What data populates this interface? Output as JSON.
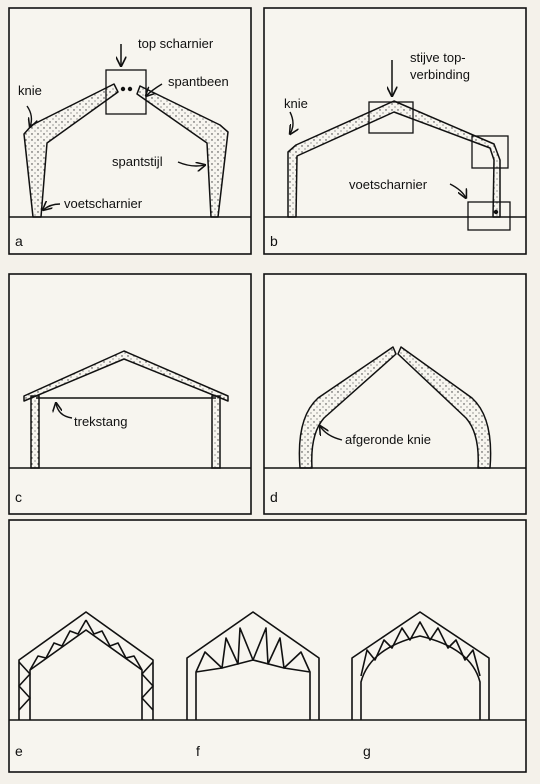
{
  "figure": {
    "panels": [
      {
        "id": "a",
        "label": "a",
        "annotations": {
          "knie": "knie",
          "top_scharnier": "top scharnier",
          "spantbeen": "spantbeen",
          "spantstijl": "spantstijl",
          "voetscharnier": "voetscharnier"
        }
      },
      {
        "id": "b",
        "label": "b",
        "annotations": {
          "knie": "knie",
          "stijve_top_line1": "stijve top-",
          "stijve_top_line2": "verbinding",
          "voetscharnier": "voetscharnier"
        }
      },
      {
        "id": "c",
        "label": "c",
        "annotations": {
          "trekstang": "trekstang"
        }
      },
      {
        "id": "d",
        "label": "d",
        "annotations": {
          "afgeronde_knie": "afgeronde knie"
        }
      },
      {
        "id": "e",
        "label": "e"
      },
      {
        "id": "f",
        "label": "f"
      },
      {
        "id": "g",
        "label": "g"
      }
    ],
    "colors": {
      "ink": "#111111",
      "paper": "#f4f1ea",
      "panel_fill": "#f7f5ef"
    }
  }
}
